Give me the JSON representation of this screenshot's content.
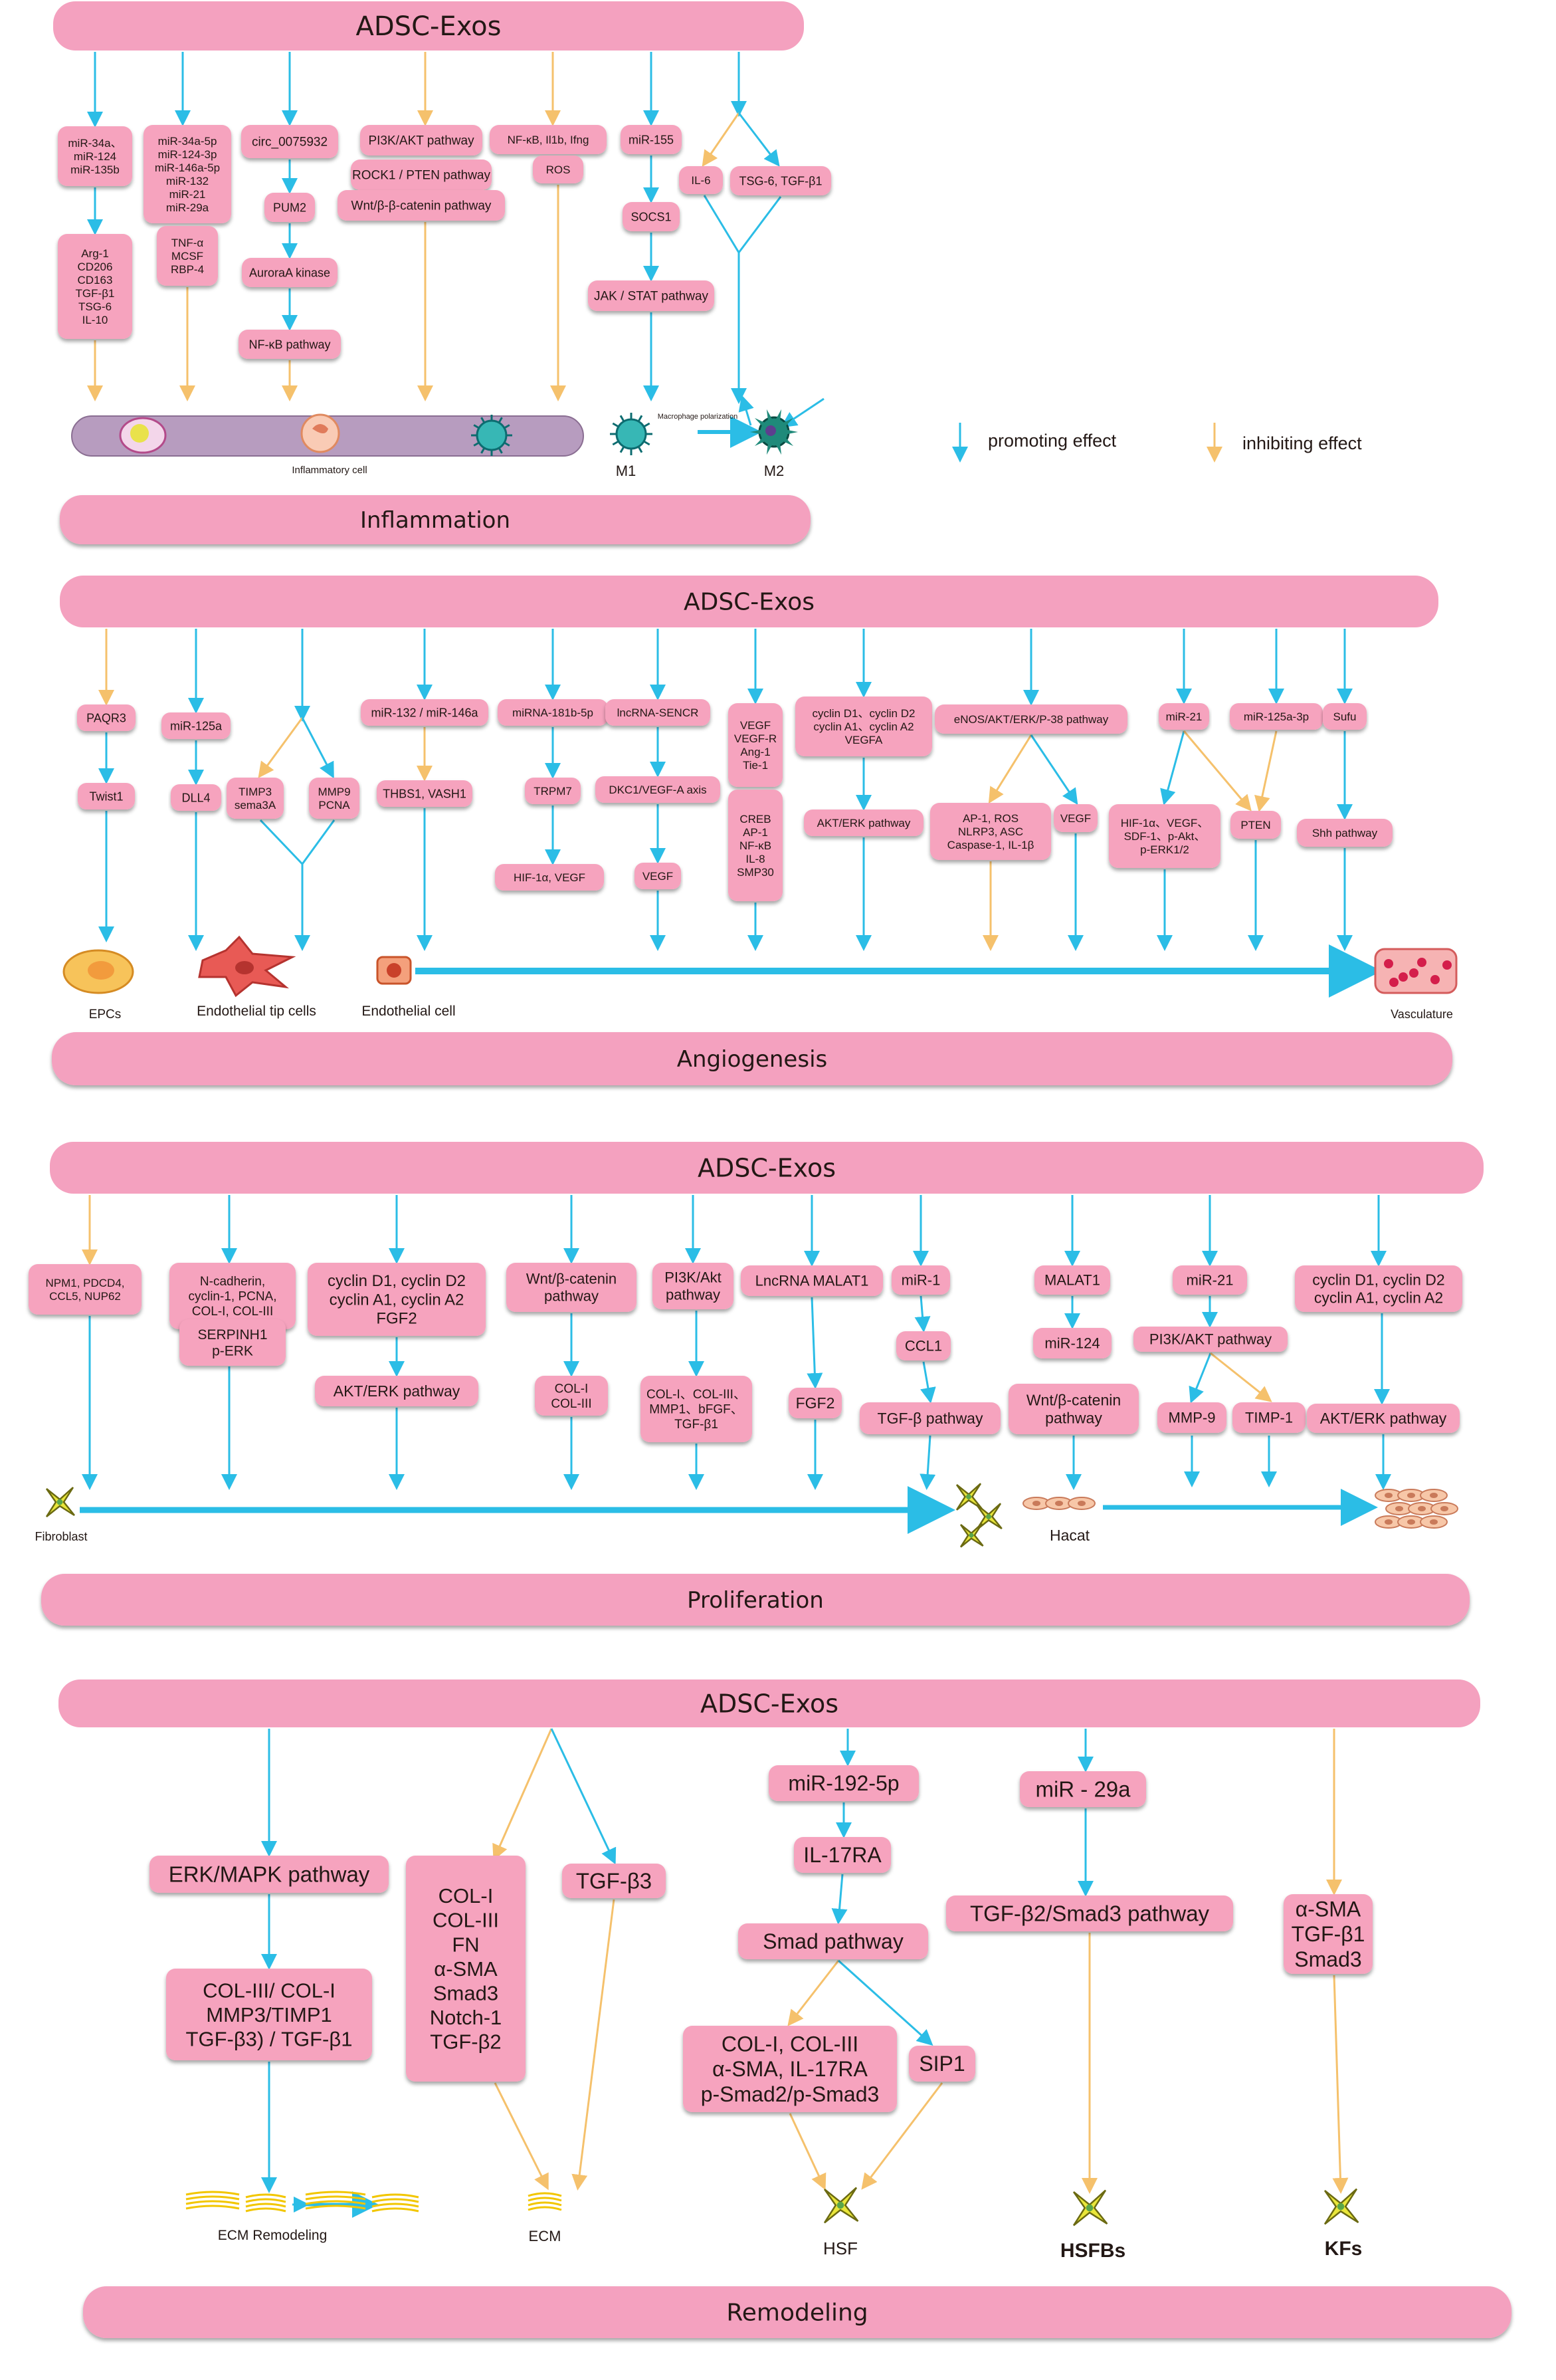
{
  "colors": {
    "pink_box": "#f6a3be",
    "pink_header": "#f4a1bf",
    "promote_arrow": "#2bbde6",
    "inhibit_arrow": "#f5c16c",
    "cell_band": "#b79cbf"
  },
  "legend": {
    "promoting_label": "promoting effect",
    "inhibiting_label": "inhibiting effect"
  },
  "sections": [
    {
      "header": "ADSC-Exos",
      "footer": "Inflammation"
    },
    {
      "header": "ADSC-Exos",
      "footer": "Angiogenesis"
    },
    {
      "header": "ADSC-Exos",
      "footer": "Proliferation"
    },
    {
      "header": "ADSC-Exos",
      "footer": "Remodeling"
    }
  ],
  "boxes": [
    {
      "lines": [
        "miR-34a、",
        "miR-124",
        "miR-135b"
      ]
    },
    {
      "lines": [
        "Arg-1",
        "CD206",
        "CD163",
        "TGF-β1",
        "TSG-6",
        "IL-10"
      ]
    },
    {
      "lines": [
        "miR-34a-5p",
        "miR-124-3p",
        "miR-146a-5p",
        "miR-132",
        "miR-21",
        "miR-29a"
      ]
    },
    {
      "lines": [
        "TNF-α",
        "MCSF",
        "RBP-4"
      ]
    },
    {
      "lines": [
        "circ_0075932"
      ]
    },
    {
      "lines": [
        "PUM2"
      ]
    },
    {
      "lines": [
        "AuroraA kinase"
      ]
    },
    {
      "lines": [
        "NF-κB pathway"
      ]
    },
    {
      "lines": [
        "PI3K/AKT pathway"
      ]
    },
    {
      "lines": [
        "ROCK1 / PTEN pathway"
      ]
    },
    {
      "lines": [
        "Wnt/β-β-catenin pathway"
      ]
    },
    {
      "lines": [
        "NF-κB, Il1b, Ifng"
      ]
    },
    {
      "lines": [
        "ROS"
      ]
    },
    {
      "lines": [
        "miR-155"
      ]
    },
    {
      "lines": [
        "SOCS1"
      ]
    },
    {
      "lines": [
        "JAK / STAT pathway"
      ]
    },
    {
      "lines": [
        "IL-6"
      ]
    },
    {
      "lines": [
        "TSG-6, TGF-β1"
      ]
    },
    {
      "lines": [
        "PAQR3"
      ]
    },
    {
      "lines": [
        "Twist1"
      ]
    },
    {
      "lines": [
        "miR-125a"
      ]
    },
    {
      "lines": [
        "DLL4"
      ]
    },
    {
      "lines": [
        "TIMP3",
        "sema3A"
      ]
    },
    {
      "lines": [
        "MMP9",
        "PCNA"
      ]
    },
    {
      "lines": [
        "miR-132 / miR-146a"
      ]
    },
    {
      "lines": [
        "THBS1, VASH1"
      ]
    },
    {
      "lines": [
        "miRNA-181b-5p"
      ]
    },
    {
      "lines": [
        "TRPM7"
      ]
    },
    {
      "lines": [
        "HIF-1α, VEGF"
      ]
    },
    {
      "lines": [
        "lncRNA-SENCR"
      ]
    },
    {
      "lines": [
        "DKC1/VEGF-A axis"
      ]
    },
    {
      "lines": [
        "VEGF"
      ]
    },
    {
      "lines": [
        "VEGF",
        "VEGF-R",
        "Ang-1",
        "Tie-1"
      ]
    },
    {
      "lines": [
        "CREB",
        "AP-1",
        "NF-κB",
        "IL-8",
        "SMP30"
      ]
    },
    {
      "lines": [
        "cyclin D1、cyclin D2",
        "cyclin A1、cyclin A2",
        "VEGFA"
      ]
    },
    {
      "lines": [
        "AKT/ERK pathway"
      ]
    },
    {
      "lines": [
        "eNOS/AKT/ERK/P-38 pathway"
      ]
    },
    {
      "lines": [
        "AP-1, ROS",
        "NLRP3, ASC",
        "Caspase-1, IL-1β"
      ]
    },
    {
      "lines": [
        "VEGF"
      ]
    },
    {
      "lines": [
        "miR-21"
      ]
    },
    {
      "lines": [
        "HIF-1α、VEGF、",
        "SDF-1、p-Akt、",
        "p-ERK1/2"
      ]
    },
    {
      "lines": [
        "miR-125a-3p"
      ]
    },
    {
      "lines": [
        "PTEN"
      ]
    },
    {
      "lines": [
        "Sufu"
      ]
    },
    {
      "lines": [
        "Shh pathway"
      ]
    },
    {
      "lines": [
        "NPM1, PDCD4,",
        "CCL5, NUP62"
      ]
    },
    {
      "lines": [
        "N-cadherin,",
        "cyclin-1, PCNA,",
        "COL-I, COL-III"
      ]
    },
    {
      "lines": [
        "SERPINH1",
        "p-ERK"
      ]
    },
    {
      "lines": [
        "cyclin D1, cyclin D2",
        "cyclin A1, cyclin A2",
        "FGF2"
      ]
    },
    {
      "lines": [
        "AKT/ERK pathway"
      ]
    },
    {
      "lines": [
        "Wnt/β-catenin",
        "pathway"
      ]
    },
    {
      "lines": [
        "COL-I",
        "COL-III"
      ]
    },
    {
      "lines": [
        "PI3K/Akt",
        "pathway"
      ]
    },
    {
      "lines": [
        "COL-I、COL-III、",
        "MMP1、bFGF、",
        "TGF-β1"
      ]
    },
    {
      "lines": [
        "LncRNA MALAT1"
      ]
    },
    {
      "lines": [
        "FGF2"
      ]
    },
    {
      "lines": [
        "miR-1"
      ]
    },
    {
      "lines": [
        "CCL1"
      ]
    },
    {
      "lines": [
        "TGF-β pathway"
      ]
    },
    {
      "lines": [
        "MALAT1"
      ]
    },
    {
      "lines": [
        "miR-124"
      ]
    },
    {
      "lines": [
        "Wnt/β-catenin",
        "pathway"
      ]
    },
    {
      "lines": [
        "miR-21"
      ]
    },
    {
      "lines": [
        "PI3K/AKT pathway"
      ]
    },
    {
      "lines": [
        "MMP-9"
      ]
    },
    {
      "lines": [
        "TIMP-1"
      ]
    },
    {
      "lines": [
        "cyclin D1, cyclin D2",
        "cyclin A1, cyclin A2"
      ]
    },
    {
      "lines": [
        "AKT/ERK pathway"
      ]
    },
    {
      "lines": [
        "ERK/MAPK pathway"
      ]
    },
    {
      "lines": [
        "COL-III/ COL-I",
        "MMP3/TIMP1",
        "TGF-β3) / TGF-β1"
      ]
    },
    {
      "lines": [
        "COL-I",
        "COL-III",
        "FN",
        "α-SMA",
        "Smad3",
        "Notch-1",
        "TGF-β2"
      ]
    },
    {
      "lines": [
        "TGF-β3"
      ]
    },
    {
      "lines": [
        "miR-192-5p"
      ]
    },
    {
      "lines": [
        "IL-17RA"
      ]
    },
    {
      "lines": [
        "Smad pathway"
      ]
    },
    {
      "lines": [
        "COL-I, COL-III",
        "α-SMA, IL-17RA",
        "p-Smad2/p-Smad3"
      ]
    },
    {
      "lines": [
        "SIP1"
      ]
    },
    {
      "lines": [
        "miR - 29a"
      ]
    },
    {
      "lines": [
        "TGF-β2/Smad3 pathway"
      ]
    },
    {
      "lines": [
        "α-SMA",
        "TGF-β1",
        "Smad3"
      ]
    }
  ],
  "cell_labels": [
    "Inflammatory cell",
    "M1",
    "Macrophage polarization",
    "M2",
    "EPCs",
    "Endothelial tip cells",
    "Endothelial cell",
    "Vasculature",
    "Fibroblast",
    "Hacat",
    "ECM Remodeling",
    "ECM",
    "HSF",
    "HSFBs",
    "KFs"
  ],
  "icons": [
    "inflammatory-cell-icon",
    "macrophage-icon",
    "endothelial-progenitor-cell-icon",
    "endothelial-tip-cell-icon",
    "endothelial-cell-icon",
    "vasculature-icon",
    "fibroblast-icon",
    "keratinocyte-icon",
    "ecm-fiber-icon",
    "scar-fibroblast-icon"
  ]
}
